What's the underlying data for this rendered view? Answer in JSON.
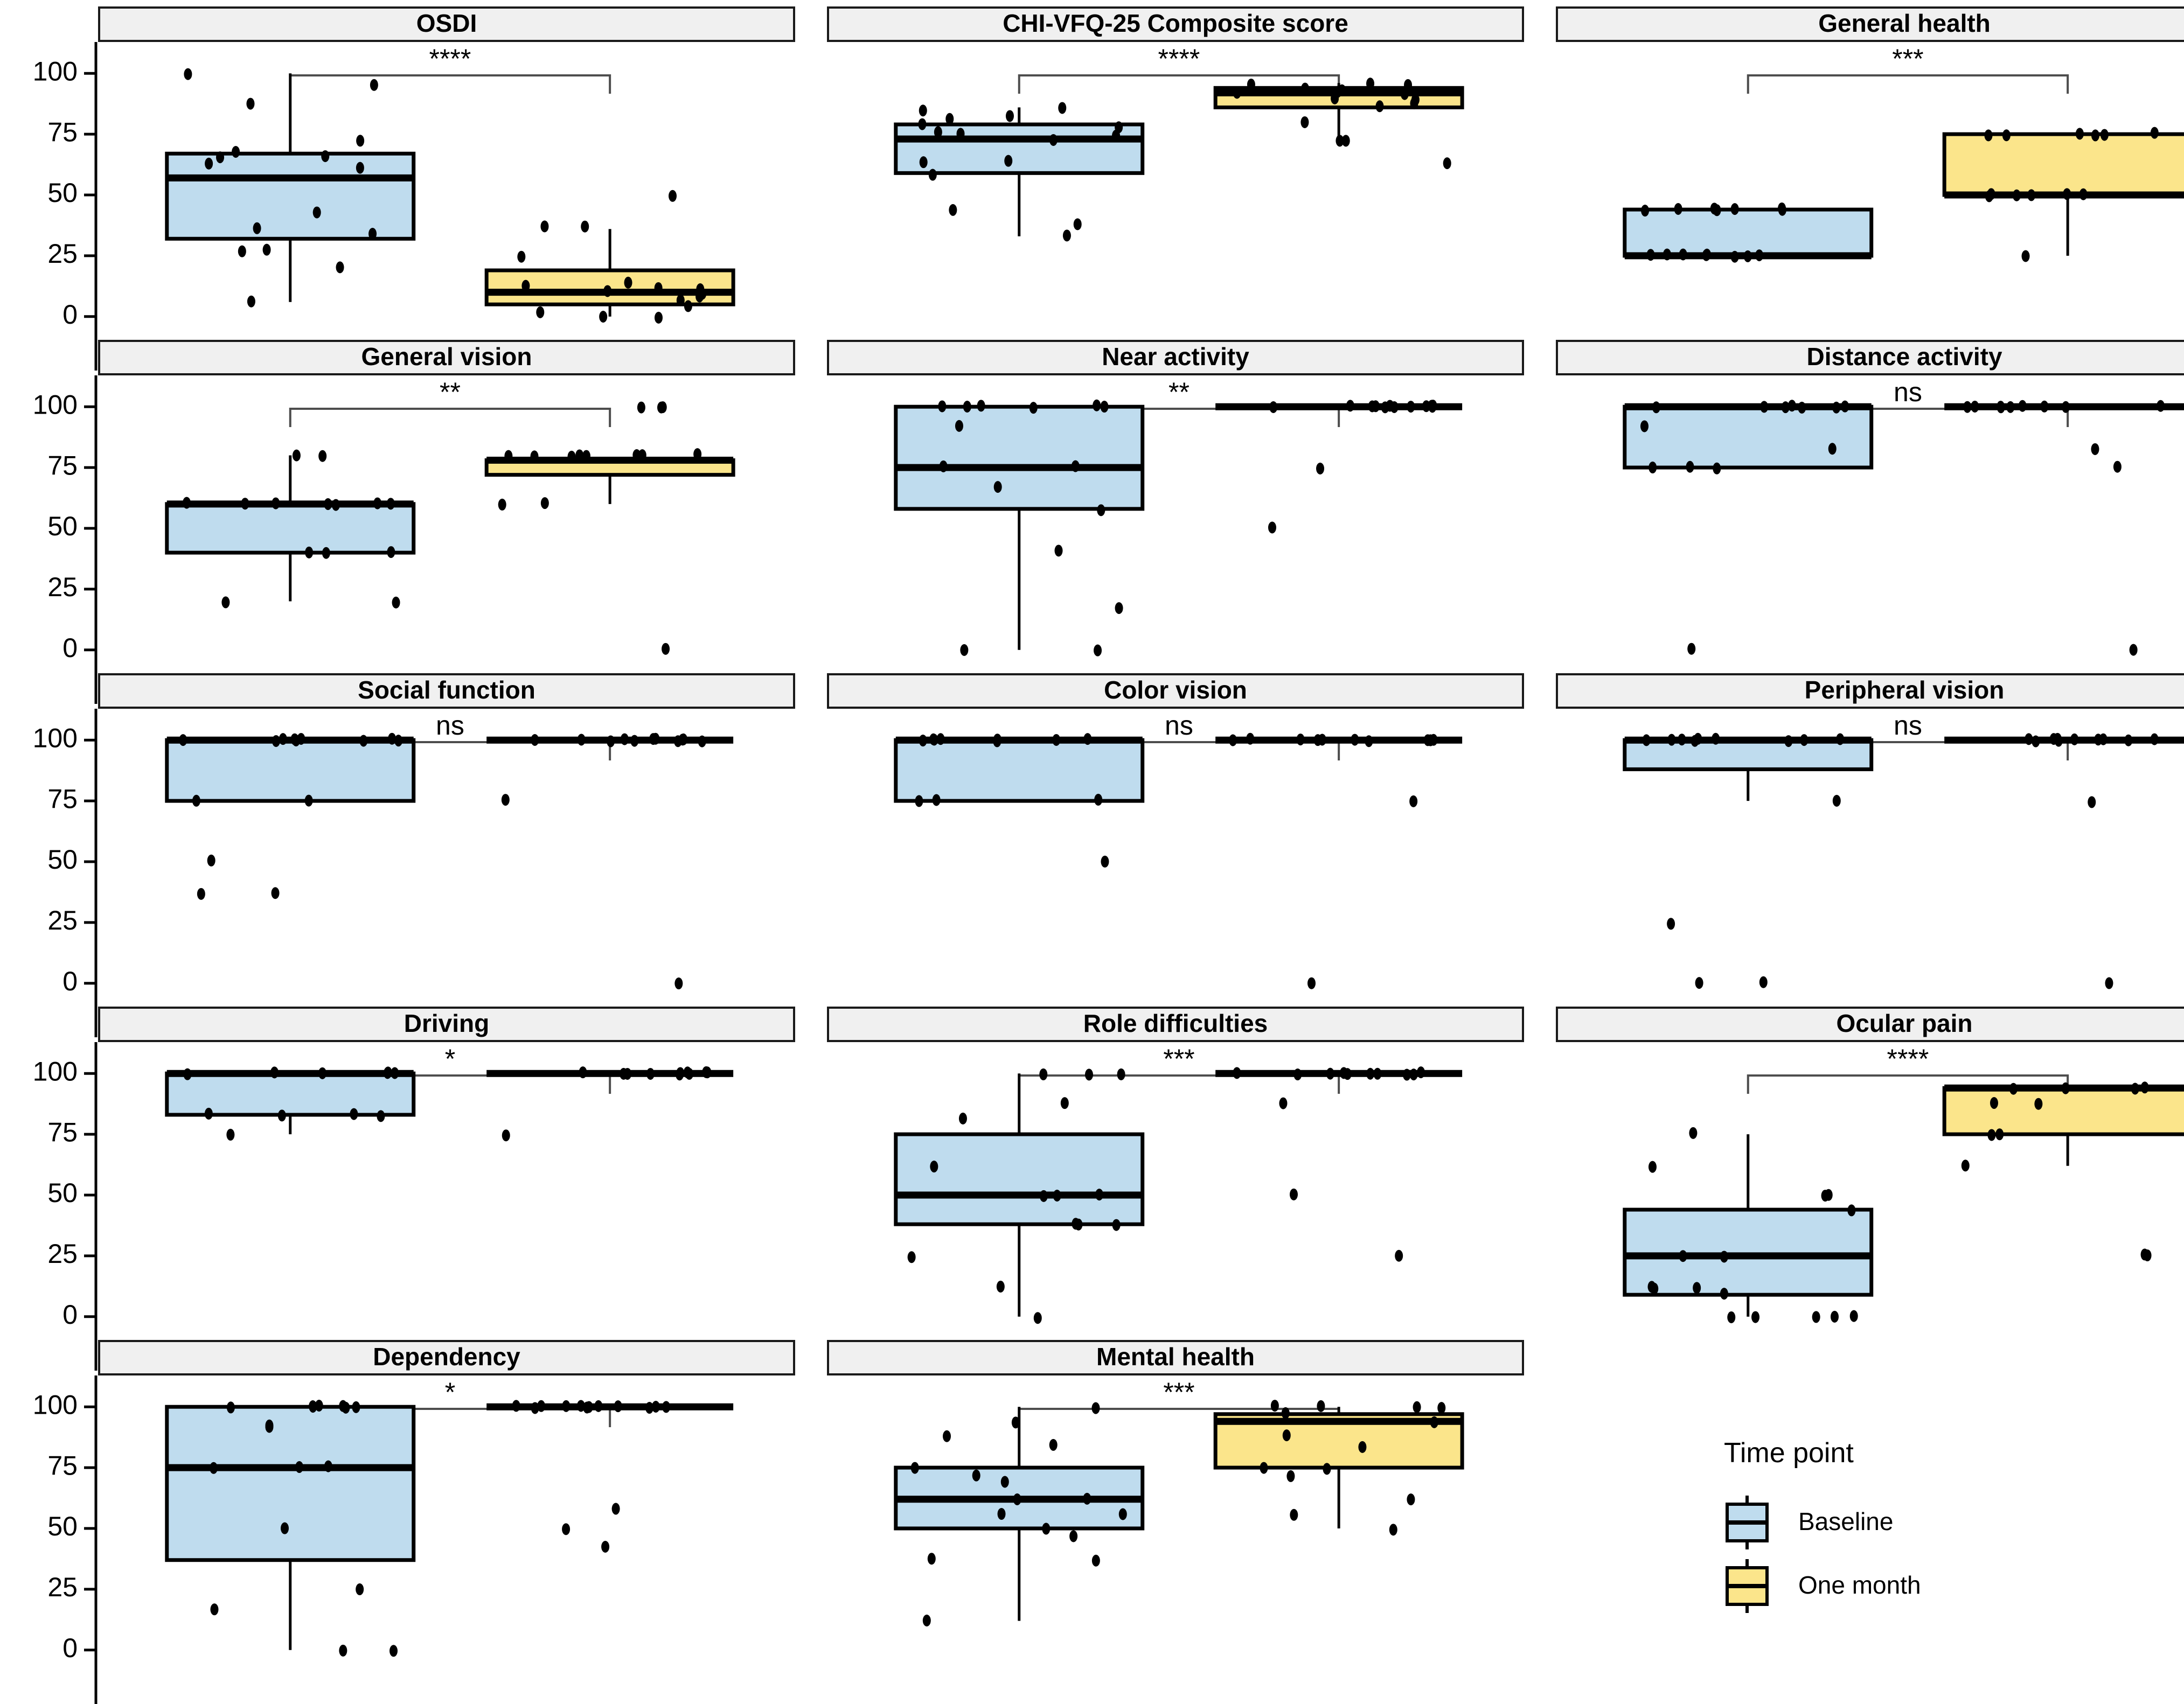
{
  "figure": {
    "type": "box-plot-grid",
    "background": "#ffffff",
    "rows": 5,
    "cols": 3,
    "y_axis": {
      "ticks": [
        0,
        25,
        50,
        75,
        100
      ],
      "tick_labels": [
        "0",
        "25",
        "50",
        "75",
        "100"
      ],
      "min": -12,
      "max": 112
    },
    "x_groups": [
      "Baseline",
      "One month"
    ]
  },
  "legend": {
    "title": "Time point",
    "items": [
      {
        "label": "Baseline",
        "color": "#bfdcee"
      },
      {
        "label": "One month",
        "color": "#fbe58b"
      }
    ]
  },
  "colors": {
    "baseline": "#bfdcee",
    "one_month": "#fbe58b",
    "outline": "#000000",
    "strip_fill": "#f0f0f0",
    "strip_border": "#1a1a1a",
    "point": "#000000",
    "bracket": "#4d4d4d"
  },
  "chart_data": {
    "type": "box",
    "title": "",
    "xlabel": "",
    "ylabel": "",
    "ylim": [
      -12,
      112
    ],
    "yticks": [
      0,
      25,
      50,
      75,
      100
    ],
    "grid": false,
    "legend_position": "bottom-right",
    "groups": [
      "Baseline",
      "One month"
    ],
    "panels": [
      {
        "title": "OSDI",
        "significance": "****",
        "row": 1,
        "col": 1,
        "series": [
          {
            "name": "Baseline",
            "color": "#bfdcee",
            "q1": 32,
            "median": 57,
            "q3": 67,
            "whisker_low": 6,
            "whisker_high": 100,
            "points": [
              100,
              95,
              87,
              72,
              68,
              66,
              63,
              61,
              65,
              43,
              36,
              34,
              28,
              27,
              20,
              6
            ]
          },
          {
            "name": "One month",
            "color": "#fbe58b",
            "q1": 5,
            "median": 10,
            "q3": 19,
            "whisker_low": 0,
            "whisker_high": 36,
            "points": [
              50,
              37,
              37,
              25,
              14,
              13,
              12,
              11,
              10,
              9,
              8,
              7,
              4,
              2,
              0,
              0
            ]
          }
        ]
      },
      {
        "title": "CHI-VFQ-25 Composite score",
        "significance": "****",
        "row": 1,
        "col": 2,
        "series": [
          {
            "name": "Baseline",
            "color": "#bfdcee",
            "q1": 59,
            "median": 73,
            "q3": 79,
            "whisker_low": 33,
            "whisker_high": 86,
            "points": [
              86,
              85,
              83,
              81,
              79,
              78,
              76,
              75,
              74,
              73,
              64,
              63,
              58,
              44,
              38,
              33
            ]
          },
          {
            "name": "One month",
            "color": "#fbe58b",
            "q1": 86,
            "median": 92,
            "q3": 94,
            "whisker_low": 72,
            "whisker_high": 96,
            "points": [
              96,
              95,
              95,
              94,
              93,
              92,
              92,
              91,
              90,
              89,
              88,
              87,
              80,
              72,
              72,
              63
            ]
          }
        ]
      },
      {
        "title": "General health",
        "significance": "***",
        "row": 1,
        "col": 3,
        "series": [
          {
            "name": "Baseline",
            "color": "#bfdcee",
            "q1": 25,
            "median": 25,
            "q3": 44,
            "whisker_low": 25,
            "whisker_high": 44,
            "points": [
              44,
              44,
              44,
              44,
              44,
              44,
              44,
              25,
              25,
              25,
              25,
              25,
              25,
              25,
              25
            ]
          },
          {
            "name": "One month",
            "color": "#fbe58b",
            "q1": 50,
            "median": 50,
            "q3": 75,
            "whisker_low": 25,
            "whisker_high": 75,
            "points": [
              75,
              75,
              75,
              75,
              75,
              75,
              50,
              50,
              50,
              50,
              50,
              50,
              25
            ]
          }
        ]
      },
      {
        "title": "General vision",
        "significance": "**",
        "row": 2,
        "col": 1,
        "series": [
          {
            "name": "Baseline",
            "color": "#bfdcee",
            "q1": 40,
            "median": 60,
            "q3": 60,
            "whisker_low": 20,
            "whisker_high": 80,
            "points": [
              80,
              80,
              60,
              60,
              60,
              60,
              60,
              60,
              60,
              40,
              40,
              40,
              20,
              20
            ]
          },
          {
            "name": "One month",
            "color": "#fbe58b",
            "q1": 72,
            "median": 78,
            "q3": 78,
            "whisker_low": 60,
            "whisker_high": 78,
            "points": [
              100,
              100,
              100,
              80,
              80,
              80,
              80,
              80,
              80,
              80,
              80,
              60,
              60,
              0
            ]
          }
        ]
      },
      {
        "title": "Near activity",
        "significance": "**",
        "row": 2,
        "col": 2,
        "series": [
          {
            "name": "Baseline",
            "color": "#bfdcee",
            "q1": 58,
            "median": 75,
            "q3": 100,
            "whisker_low": 0,
            "whisker_high": 100,
            "points": [
              100,
              100,
              100,
              100,
              100,
              100,
              92,
              75,
              75,
              67,
              58,
              41,
              17,
              0,
              0
            ]
          },
          {
            "name": "One month",
            "color": "#fbe58b",
            "q1": 100,
            "median": 100,
            "q3": 100,
            "whisker_low": 100,
            "whisker_high": 100,
            "points": [
              100,
              100,
              100,
              100,
              100,
              100,
              100,
              100,
              100,
              100,
              100,
              100,
              75,
              50
            ]
          }
        ]
      },
      {
        "title": "Distance activity",
        "significance": "ns",
        "row": 2,
        "col": 3,
        "series": [
          {
            "name": "Baseline",
            "color": "#bfdcee",
            "q1": 75,
            "median": 100,
            "q3": 100,
            "whisker_low": 75,
            "whisker_high": 100,
            "points": [
              100,
              100,
              100,
              100,
              100,
              100,
              100,
              92,
              83,
              75,
              75,
              75,
              0
            ]
          },
          {
            "name": "One month",
            "color": "#fbe58b",
            "q1": 100,
            "median": 100,
            "q3": 100,
            "whisker_low": 100,
            "whisker_high": 100,
            "points": [
              100,
              100,
              100,
              100,
              100,
              100,
              100,
              100,
              100,
              83,
              75,
              0
            ]
          }
        ]
      },
      {
        "title": "Social function",
        "significance": "ns",
        "row": 3,
        "col": 1,
        "series": [
          {
            "name": "Baseline",
            "color": "#bfdcee",
            "q1": 75,
            "median": 100,
            "q3": 100,
            "whisker_low": 75,
            "whisker_high": 100,
            "points": [
              100,
              100,
              100,
              100,
              100,
              100,
              100,
              100,
              100,
              75,
              75,
              50,
              37,
              37
            ]
          },
          {
            "name": "One month",
            "color": "#fbe58b",
            "q1": 100,
            "median": 100,
            "q3": 100,
            "whisker_low": 100,
            "whisker_high": 100,
            "points": [
              100,
              100,
              100,
              100,
              100,
              100,
              100,
              100,
              100,
              100,
              100,
              75,
              0
            ]
          }
        ]
      },
      {
        "title": "Color vision",
        "significance": "ns",
        "row": 3,
        "col": 2,
        "series": [
          {
            "name": "Baseline",
            "color": "#bfdcee",
            "q1": 75,
            "median": 100,
            "q3": 100,
            "whisker_low": 75,
            "whisker_high": 100,
            "points": [
              100,
              100,
              100,
              100,
              100,
              100,
              100,
              100,
              75,
              75,
              75,
              50
            ]
          },
          {
            "name": "One month",
            "color": "#fbe58b",
            "q1": 100,
            "median": 100,
            "q3": 100,
            "whisker_low": 100,
            "whisker_high": 100,
            "points": [
              100,
              100,
              100,
              100,
              100,
              100,
              100,
              100,
              100,
              100,
              75,
              0
            ]
          }
        ]
      },
      {
        "title": "Peripheral vision",
        "significance": "ns",
        "row": 3,
        "col": 3,
        "series": [
          {
            "name": "Baseline",
            "color": "#bfdcee",
            "q1": 88,
            "median": 100,
            "q3": 100,
            "whisker_low": 75,
            "whisker_high": 100,
            "points": [
              100,
              100,
              100,
              100,
              100,
              100,
              100,
              100,
              100,
              75,
              25,
              0,
              0
            ]
          },
          {
            "name": "One month",
            "color": "#fbe58b",
            "q1": 100,
            "median": 100,
            "q3": 100,
            "whisker_low": 100,
            "whisker_high": 100,
            "points": [
              100,
              100,
              100,
              100,
              100,
              100,
              100,
              100,
              100,
              100,
              75,
              0
            ]
          }
        ]
      },
      {
        "title": "Driving",
        "significance": "*",
        "row": 4,
        "col": 1,
        "series": [
          {
            "name": "Baseline",
            "color": "#bfdcee",
            "q1": 83,
            "median": 100,
            "q3": 100,
            "whisker_low": 75,
            "whisker_high": 100,
            "points": [
              100,
              100,
              100,
              100,
              100,
              100,
              83,
              83,
              83,
              83,
              75
            ]
          },
          {
            "name": "One month",
            "color": "#fbe58b",
            "q1": 100,
            "median": 100,
            "q3": 100,
            "whisker_low": 100,
            "whisker_high": 100,
            "points": [
              100,
              100,
              100,
              100,
              100,
              100,
              100,
              100,
              100,
              100,
              75
            ]
          }
        ]
      },
      {
        "title": "Role difficulties",
        "significance": "***",
        "row": 4,
        "col": 2,
        "series": [
          {
            "name": "Baseline",
            "color": "#bfdcee",
            "q1": 38,
            "median": 50,
            "q3": 75,
            "whisker_low": 0,
            "whisker_high": 100,
            "points": [
              100,
              100,
              100,
              88,
              81,
              62,
              50,
              50,
              50,
              38,
              38,
              38,
              25,
              12,
              0
            ]
          },
          {
            "name": "One month",
            "color": "#fbe58b",
            "q1": 100,
            "median": 100,
            "q3": 100,
            "whisker_low": 100,
            "whisker_high": 100,
            "points": [
              100,
              100,
              100,
              100,
              100,
              100,
              100,
              100,
              100,
              100,
              88,
              50,
              25
            ]
          }
        ]
      },
      {
        "title": "Ocular pain",
        "significance": "****",
        "row": 4,
        "col": 3,
        "series": [
          {
            "name": "Baseline",
            "color": "#bfdcee",
            "q1": 9,
            "median": 25,
            "q3": 44,
            "whisker_low": 0,
            "whisker_high": 75,
            "points": [
              75,
              62,
              50,
              50,
              44,
              25,
              25,
              12,
              12,
              12,
              9,
              0,
              0,
              0,
              0,
              0
            ]
          },
          {
            "name": "One month",
            "color": "#fbe58b",
            "q1": 75,
            "median": 94,
            "q3": 94,
            "whisker_low": 62,
            "whisker_high": 94,
            "points": [
              94,
              94,
              94,
              94,
              88,
              88,
              75,
              75,
              62,
              25,
              25
            ]
          }
        ]
      },
      {
        "title": "Dependency",
        "significance": "*",
        "row": 5,
        "col": 1,
        "series": [
          {
            "name": "Baseline",
            "color": "#bfdcee",
            "q1": 37,
            "median": 75,
            "q3": 100,
            "whisker_low": 0,
            "whisker_high": 100,
            "points": [
              100,
              100,
              100,
              100,
              100,
              100,
              100,
              92,
              92,
              75,
              75,
              75,
              50,
              25,
              17,
              0,
              0
            ]
          },
          {
            "name": "One month",
            "color": "#fbe58b",
            "q1": 100,
            "median": 100,
            "q3": 100,
            "whisker_low": 100,
            "whisker_high": 100,
            "points": [
              100,
              100,
              100,
              100,
              100,
              100,
              100,
              100,
              100,
              100,
              100,
              100,
              58,
              50,
              42
            ]
          }
        ]
      },
      {
        "title": "Mental health",
        "significance": "***",
        "row": 5,
        "col": 2,
        "series": [
          {
            "name": "Baseline",
            "color": "#bfdcee",
            "q1": 50,
            "median": 62,
            "q3": 75,
            "whisker_low": 12,
            "whisker_high": 100,
            "points": [
              100,
              94,
              88,
              84,
              75,
              72,
              69,
              62,
              62,
              56,
              56,
              50,
              47,
              38,
              37,
              12
            ]
          },
          {
            "name": "One month",
            "color": "#fbe58b",
            "q1": 75,
            "median": 94,
            "q3": 97,
            "whisker_low": 50,
            "whisker_high": 100,
            "points": [
              100,
              100,
              100,
              100,
              97,
              94,
              88,
              84,
              75,
              75,
              72,
              62,
              56,
              50
            ]
          }
        ]
      }
    ]
  }
}
